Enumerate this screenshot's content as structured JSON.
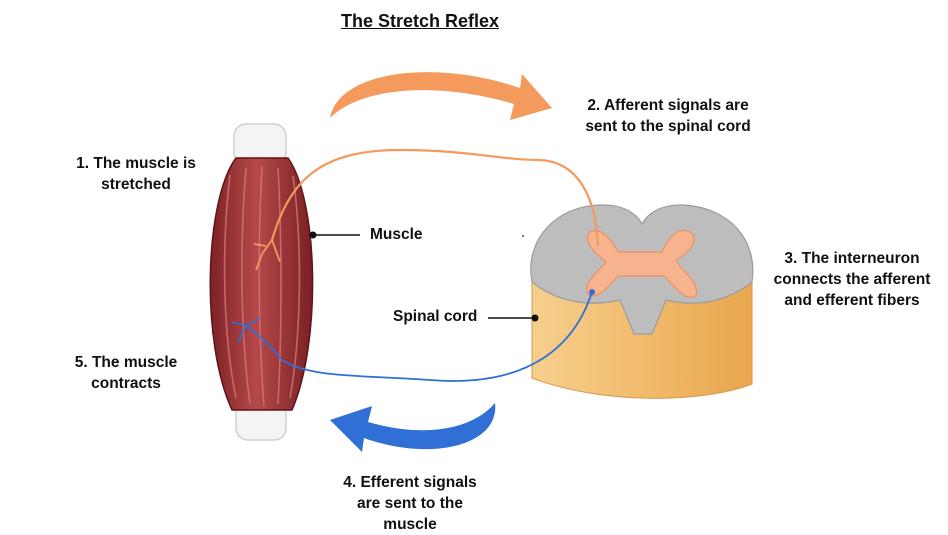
{
  "title": "The Stretch Reflex",
  "steps": [
    {
      "lines": [
        "1. The muscle is",
        "stretched"
      ]
    },
    {
      "lines": [
        "2. Afferent signals are",
        "sent to the spinal cord"
      ]
    },
    {
      "lines": [
        "3. The interneuron",
        "connects the afferent",
        "and efferent fibers"
      ]
    },
    {
      "lines": [
        "4. Efferent signals",
        "are sent to the",
        "muscle"
      ]
    },
    {
      "lines": [
        "5. The muscle",
        "contracts"
      ]
    }
  ],
  "callouts": {
    "muscle": "Muscle",
    "spinal_cord": "Spinal cord"
  },
  "colors": {
    "afferent": "#f39a5c",
    "efferent": "#2f6fd6",
    "muscle": "#a23a3c",
    "spinal_grey": "#bdbdbd",
    "spinal_body": "#f2c176",
    "grey_matter": "#f7b28e"
  }
}
